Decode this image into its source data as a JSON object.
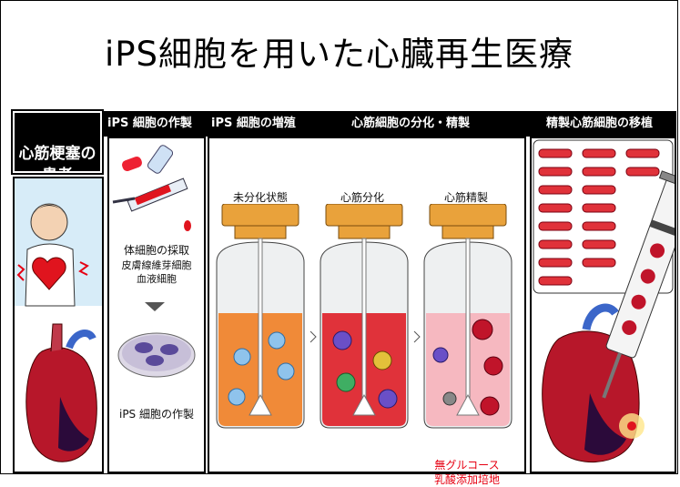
{
  "title": "iPS細胞を用いた心臓再生医療",
  "patient": {
    "heading": "心筋梗塞の\n患者"
  },
  "ips_creation": {
    "heading": "iPS 細胞の作製",
    "collect_label": "体細胞の採取",
    "collect_detail_1": "皮膚線維芽細胞",
    "collect_detail_2": "血液細胞",
    "result_label": "iPS 細胞の作製"
  },
  "culture": {
    "heading_left": "iPS 細胞の増殖",
    "heading_right": "心筋細胞の分化・精製",
    "bottles": [
      {
        "label": "未分化状態",
        "liquid": "#f08a38"
      },
      {
        "label": "心筋分化",
        "liquid": "#e0323a"
      },
      {
        "label": "心筋精製",
        "liquid": "#f6b8c0"
      }
    ],
    "note_1": "無グルコース",
    "note_2": "乳酸添加培地"
  },
  "transplant": {
    "heading": "精製心筋細胞の移植"
  },
  "colors": {
    "header_bg": "#000000",
    "cap": "#e9a23b",
    "accent_red": "#e60012"
  }
}
